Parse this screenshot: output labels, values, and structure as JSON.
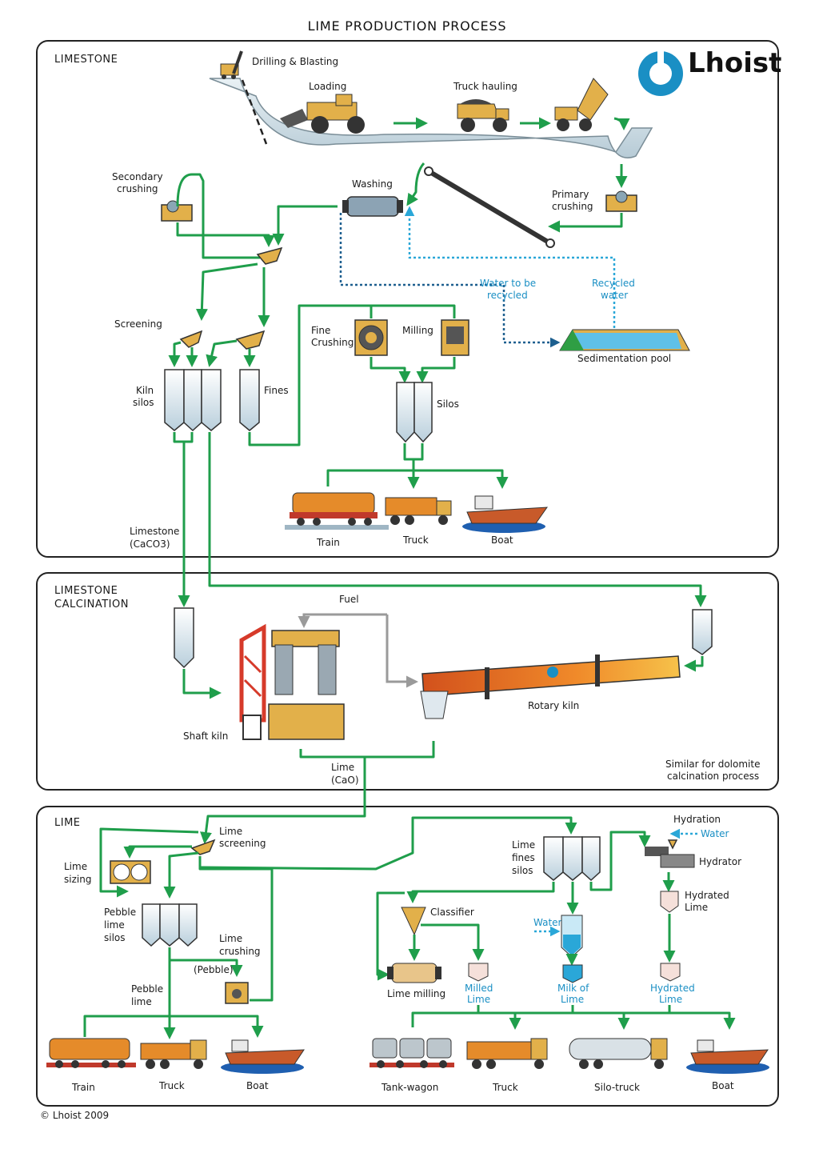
{
  "title": "LIME PRODUCTION PROCESS",
  "brand": {
    "name": "Lhoist",
    "color": "#1a8fc4"
  },
  "copyright": "© Lhoist 2009",
  "colors": {
    "flow": "#1f9e4b",
    "water": "#2aa7d8",
    "recycle": "#1d5f8f",
    "fuel": "#9a9a9a",
    "equipment": "#e2b04a"
  },
  "limestone": {
    "section": "LIMESTONE",
    "drilling": "Drilling & Blasting",
    "loading": "Loading",
    "truck_hauling": "Truck hauling",
    "secondary_crushing": [
      "Secondary",
      "crushing"
    ],
    "washing": "Washing",
    "primary_crushing": [
      "Primary",
      "crushing"
    ],
    "water_to_recycle": [
      "Water to be",
      "recycled"
    ],
    "recycled_water": [
      "Recycled",
      "water"
    ],
    "screening": "Screening",
    "fine_crushing": [
      "Fine",
      "Crushing"
    ],
    "milling": "Milling",
    "sedimentation_pool": "Sedimentation pool",
    "kiln_silos": [
      "Kiln",
      "silos"
    ],
    "fines": "Fines",
    "silos": "Silos",
    "train": "Train",
    "truck": "Truck",
    "boat": "Boat",
    "product": [
      "Limestone",
      "(CaCO3)"
    ]
  },
  "calcination": {
    "section": [
      "LIMESTONE",
      "CALCINATION"
    ],
    "fuel": "Fuel",
    "shaft_kiln": "Shaft kiln",
    "rotary_kiln": "Rotary kiln",
    "note": [
      "Similar for dolomite",
      "calcination process"
    ],
    "product": [
      "Lime",
      "(CaO)"
    ]
  },
  "lime": {
    "section": "LIME",
    "lime_screening": [
      "Lime",
      "screening"
    ],
    "lime_sizing": [
      "Lime",
      "sizing"
    ],
    "pebble_lime_silos": [
      "Pebble",
      "lime",
      "silos"
    ],
    "lime_crushing": [
      "Lime",
      "crushing"
    ],
    "pebble": "(Pebble)",
    "pebble_lime": [
      "Pebble",
      "lime"
    ],
    "lime_fines_silos": [
      "Lime",
      "fines",
      "silos"
    ],
    "hydration": "Hydration",
    "water": "Water",
    "hydrator": "Hydrator",
    "hydrated_lime": [
      "Hydrated",
      "Lime"
    ],
    "classifier": "Classifier",
    "lime_milling": "Lime milling",
    "milled_lime": [
      "Milled",
      "Lime"
    ],
    "milk_of_lime": [
      "Milk of",
      "Lime"
    ],
    "train": "Train",
    "truck": "Truck",
    "boat": "Boat",
    "tank_wagon": "Tank-wagon",
    "truck2": "Truck",
    "silo_truck": "Silo-truck",
    "boat2": "Boat"
  }
}
